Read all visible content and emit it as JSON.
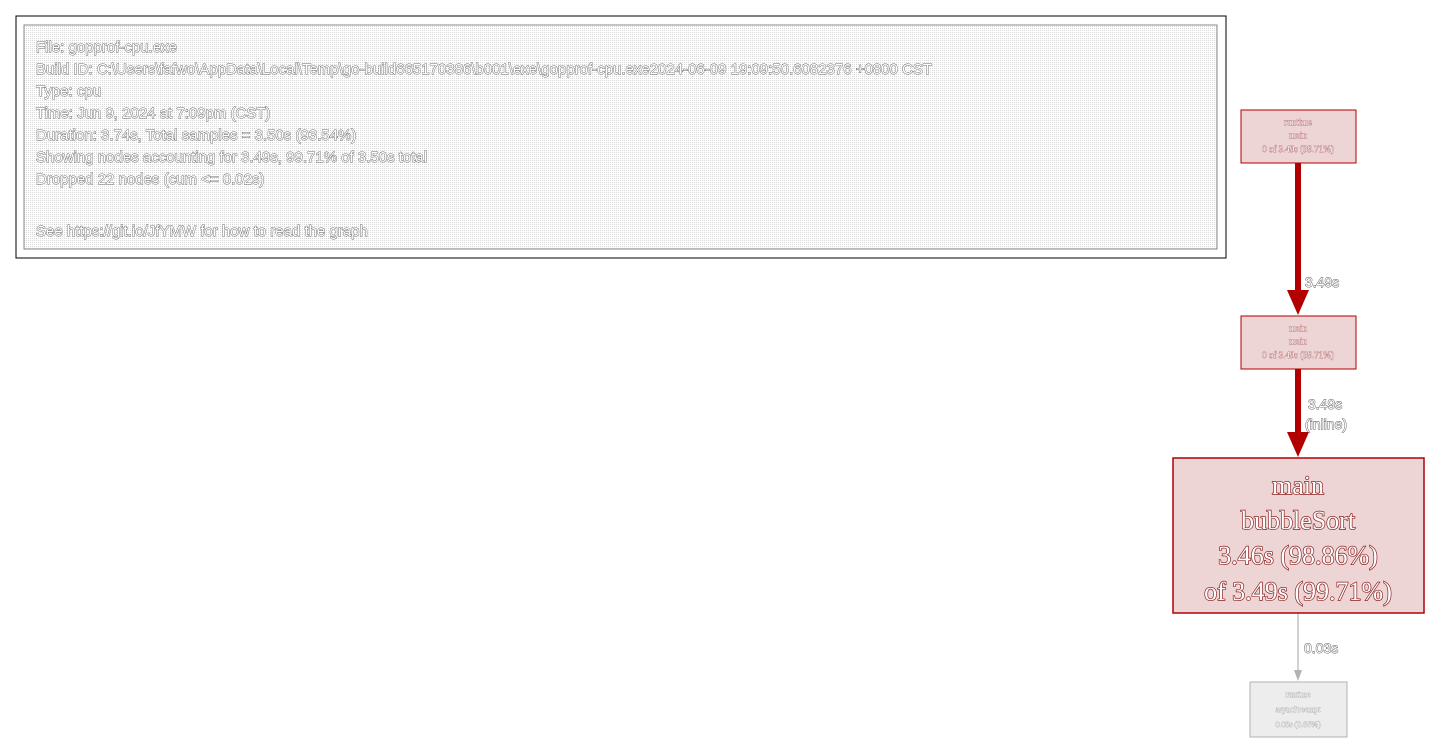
{
  "info_box": {
    "lines": [
      "File: gopprof-cpu.exe",
      "Build ID: C:\\Users\\fafwo\\AppData\\Local\\Temp\\go-build665170386\\b001\\exe\\gopprof-cpu.exe2024-06-09 19:09:50.6082376 +0800 CST",
      "Type: cpu",
      "Time: Jun 9, 2024 at 7:09pm (CST)",
      "Duration: 3.74s, Total samples = 3.50s (93.54%)",
      "Showing nodes accounting for 3.49s, 99.71% of 3.50s total",
      "Dropped 22 nodes (cum <= 0.02s)",
      "",
      "See https://git.io/JfYMW for how to read the graph"
    ]
  },
  "nodes": {
    "runtime_main": {
      "lines": [
        "runtime",
        "main",
        "0 of 3.49s (99.71%)"
      ]
    },
    "main_main": {
      "lines": [
        "main",
        "main",
        "0 of 3.49s (99.71%)"
      ]
    },
    "main_bubbleSort": {
      "lines": [
        "main",
        "bubbleSort",
        "3.46s (98.86%)",
        "of 3.49s (99.71%)"
      ]
    },
    "runtime_asyncPreempt": {
      "lines": [
        "runtime",
        "asyncPreempt",
        "0.03s (0.86%)"
      ]
    }
  },
  "edges": {
    "runtime_to_main": {
      "label": "3.49s"
    },
    "main_to_bubble": {
      "label": "3.49s",
      "sublabel": "(inline)"
    },
    "bubble_to_async": {
      "label": "0.03s"
    }
  },
  "colors": {
    "hot_fill": "#edd5d5",
    "hot_border": "#b20000",
    "hot_edge": "#b20000",
    "cold_fill": "#ededed",
    "cold_border": "#b2b2b2",
    "cold_edge": "#b2b2b2"
  }
}
